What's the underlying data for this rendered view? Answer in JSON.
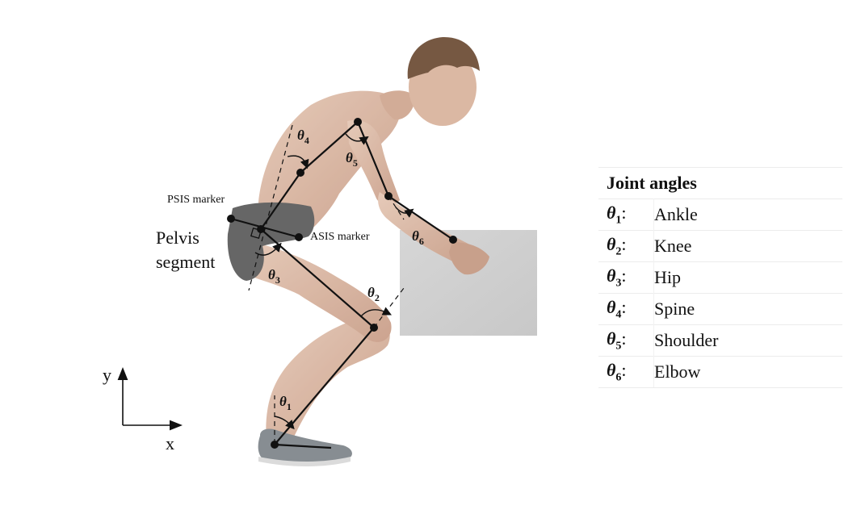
{
  "labels": {
    "psis": "PSIS marker",
    "asis": "ASIS marker",
    "pelvis_line1": "Pelvis",
    "pelvis_line2": "segment",
    "axis_x": "x",
    "axis_y": "y"
  },
  "angle_symbols": [
    {
      "base": "θ",
      "sub": "1"
    },
    {
      "base": "θ",
      "sub": "2"
    },
    {
      "base": "θ",
      "sub": "3"
    },
    {
      "base": "θ",
      "sub": "4"
    },
    {
      "base": "θ",
      "sub": "5"
    },
    {
      "base": "θ",
      "sub": "6"
    }
  ],
  "legend": {
    "title": "Joint angles",
    "rows": [
      {
        "sym": "θ",
        "sub": "1",
        "sep": ":",
        "name": "Ankle"
      },
      {
        "sym": "θ",
        "sub": "2",
        "sep": ":",
        "name": "Knee"
      },
      {
        "sym": "θ",
        "sub": "3",
        "sep": ":",
        "name": "Hip"
      },
      {
        "sym": "θ",
        "sub": "4",
        "sep": ":",
        "name": "Spine"
      },
      {
        "sym": "θ",
        "sub": "5",
        "sep": ":",
        "name": "Shoulder"
      },
      {
        "sym": "θ",
        "sub": "6",
        "sep": ":",
        "name": "Elbow"
      }
    ]
  },
  "colors": {
    "skin": "#d9b8a4",
    "skin_shade": "#c49a84",
    "hair": "#6b4a33",
    "shorts": "#5a5a5a",
    "shoe": "#7d8489",
    "box": "#d0d0d0",
    "line": "#111111"
  }
}
